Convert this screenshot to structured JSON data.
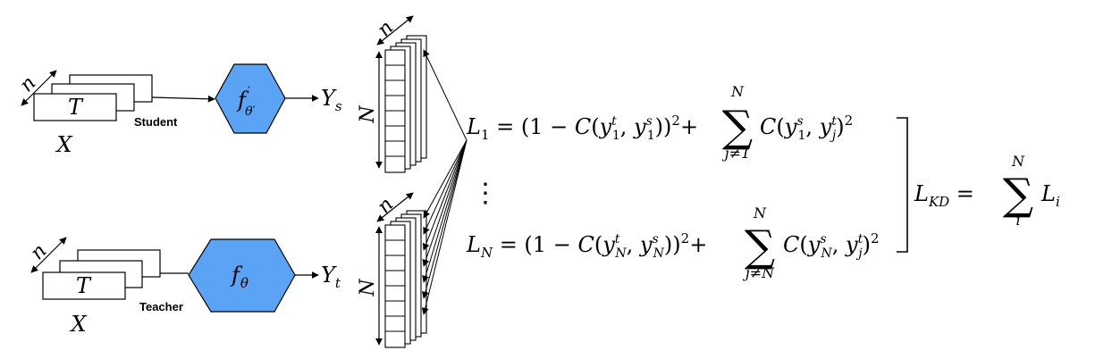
{
  "student_branch": {
    "input_label": "X",
    "frame_label": "T",
    "depth_label": "n",
    "role_label": "Student",
    "model_label": "f",
    "model_superscript": "′",
    "model_subscript": "θ′",
    "output_label": "Y",
    "output_subscript": "s",
    "size_label": "N"
  },
  "teacher_branch": {
    "input_label": "X",
    "frame_label": "T",
    "depth_label": "n",
    "role_label": "Teacher",
    "model_label": "f",
    "model_subscript": "θ",
    "output_label": "Y",
    "output_subscript": "t",
    "size_label": "N"
  },
  "equations": {
    "first": {
      "lhs": "L",
      "lhs_sub": "1",
      "sum_upper": "N",
      "sum_lower": "j≠1"
    },
    "last": {
      "lhs": "L",
      "lhs_sub": "N",
      "sum_upper": "N",
      "sum_lower": "j≠N"
    },
    "ellipsis": "⋮",
    "total": {
      "lhs": "L",
      "lhs_sub": "KD",
      "sum_upper": "N",
      "sum_lower": "i",
      "term": "L",
      "term_sub": "i"
    }
  },
  "colors": {
    "model_fill": "#5ba3f5",
    "stroke": "#000000"
  }
}
